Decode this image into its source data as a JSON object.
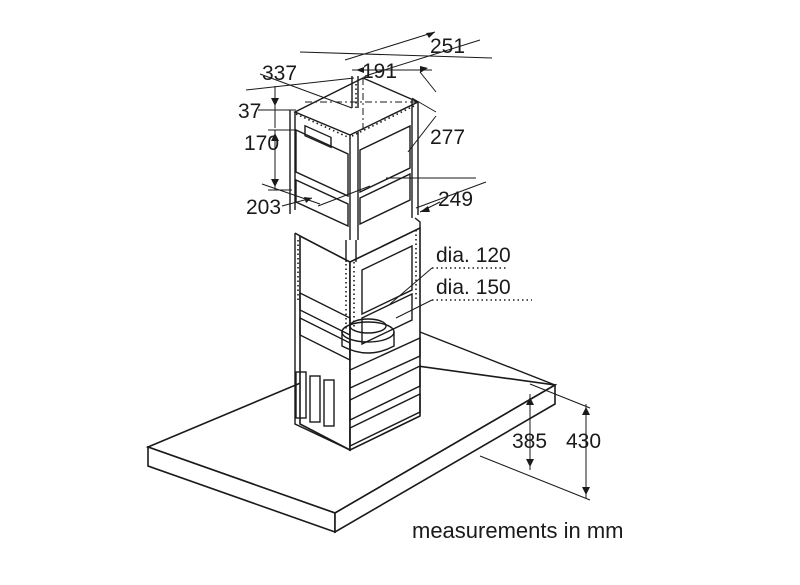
{
  "dimensions": {
    "width_outer": "251",
    "width_inner": "191",
    "depth_outer": "337",
    "top_offset": "37",
    "frame_height": "170",
    "depth_inner": "277",
    "side_depth": "249",
    "bottom_width": "203",
    "duct_small": "dia. 120",
    "duct_large": "dia. 150",
    "canopy_height_inner": "385",
    "canopy_height_outer": "430"
  },
  "caption": "measurements in mm"
}
